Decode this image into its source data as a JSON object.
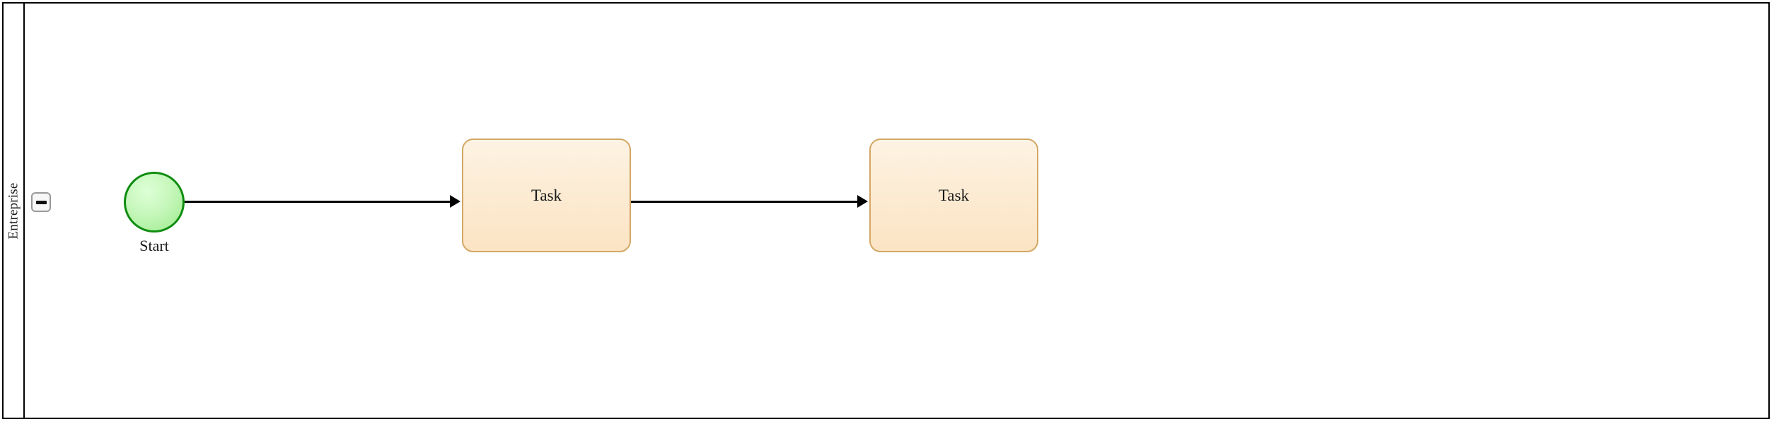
{
  "diagram": {
    "type": "bpmn-process",
    "pool": {
      "lane_label": "Entreprise",
      "collapse_button": {
        "icon": "minus-icon",
        "label": "−",
        "state": "expanded"
      }
    },
    "nodes": [
      {
        "id": "start-event",
        "kind": "start-event",
        "label": "Start",
        "fill_color": "#c6f7bb",
        "stroke_color": "#0f8c10"
      },
      {
        "id": "task-1",
        "kind": "task",
        "label": "Task",
        "fill_color": "#fceed6",
        "stroke_color": "#d3a764"
      },
      {
        "id": "task-2",
        "kind": "task",
        "label": "Task",
        "fill_color": "#fceed6",
        "stroke_color": "#d3a764"
      }
    ],
    "flows": [
      {
        "id": "flow-1",
        "from": "start-event",
        "to": "task-1",
        "color": "#000000"
      },
      {
        "id": "flow-2",
        "from": "task-1",
        "to": "task-2",
        "color": "#000000"
      }
    ],
    "canvas": {
      "background_color": "#ffffff",
      "border_color": "#000000"
    }
  }
}
